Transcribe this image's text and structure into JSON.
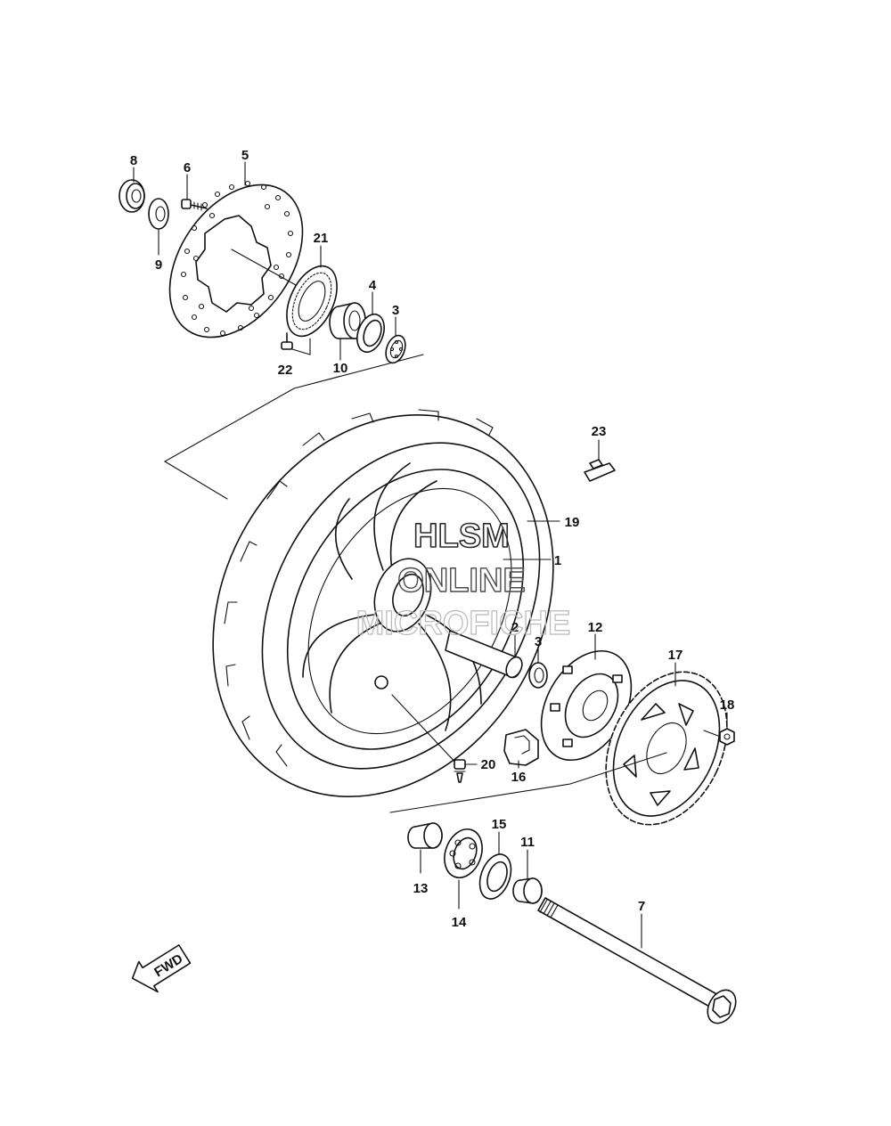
{
  "diagram": {
    "callouts": {
      "c1": "1",
      "c2": "2",
      "c3a": "3",
      "c3b": "3",
      "c4": "4",
      "c5": "5",
      "c6": "6",
      "c7": "7",
      "c8": "8",
      "c9": "9",
      "c10": "10",
      "c11": "11",
      "c12": "12",
      "c13": "13",
      "c14": "14",
      "c15": "15",
      "c16": "16",
      "c17": "17",
      "c18": "18",
      "c19": "19",
      "c20": "20",
      "c21": "21",
      "c22": "22",
      "c23": "23"
    },
    "watermark": {
      "line1": "HLSM",
      "line2": "ONLINE",
      "line3": "MICROFICHE"
    },
    "direction_label": "FWD",
    "colors": {
      "ink": "#111111",
      "background": "#ffffff",
      "watermark_dark": "#2a2a2a",
      "watermark_light": "#b8b8b8"
    }
  }
}
